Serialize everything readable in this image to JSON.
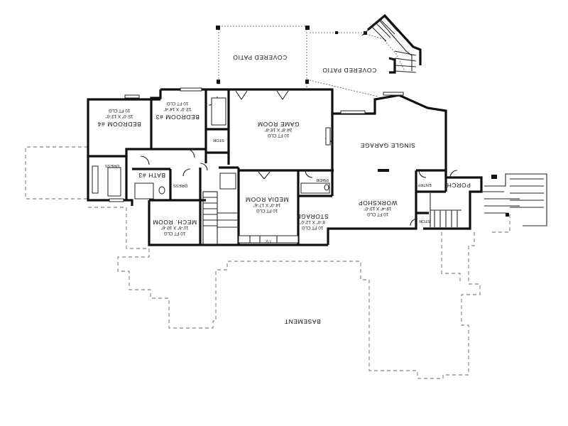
{
  "plan": {
    "rooms": {
      "covered_patio_left": {
        "name": "COVERED PATIO"
      },
      "covered_patio_right": {
        "name": "COVERED PATIO"
      },
      "bedroom4": {
        "name": "BEDROOM #4",
        "size": "15'-0\" X 13'-0\"",
        "ceiling": "10 FT CLG"
      },
      "bedroom3": {
        "name": "BEDROOM #3",
        "size": "13'-0\" X 14'-4\"",
        "ceiling": "10 FT CLG"
      },
      "game_room": {
        "name": "GAME ROOM",
        "size": "24'-8\" X 18'-8\"",
        "ceiling": "10 FT CLG"
      },
      "single_garage": {
        "name": "SINGLE GARAGE"
      },
      "media_room": {
        "name": "MEDIA ROOM",
        "size": "14'-0\" X 17'-6\"",
        "ceiling": "10 FT CLG"
      },
      "storage": {
        "name": "STORAGE",
        "size": "8'-0\" X 12'-0\"",
        "ceiling": "10 FT CLG"
      },
      "workshop": {
        "name": "WORKSHOP",
        "size": "19'-4\" X 13'-0\"",
        "ceiling": "10 FT CLG"
      },
      "mech_room": {
        "name": "MECH. ROOM",
        "size": "11'-8\" X 10'-6\"",
        "ceiling": "10 FT CLG"
      },
      "bath3": {
        "name": "BATH #3"
      },
      "dress_a": {
        "name": "DRESS"
      },
      "dress_b": {
        "name": "DRESS"
      },
      "pwdr": {
        "name": "PWDR"
      },
      "entry": {
        "name": "ENTRY"
      },
      "porch": {
        "name": "PORCH"
      },
      "stor_a": {
        "name": "STOR"
      },
      "stor_b": {
        "name": "STOR"
      },
      "basement": {
        "name": "BASEMENT"
      }
    },
    "annotations": {
      "tv": "T.V."
    }
  }
}
